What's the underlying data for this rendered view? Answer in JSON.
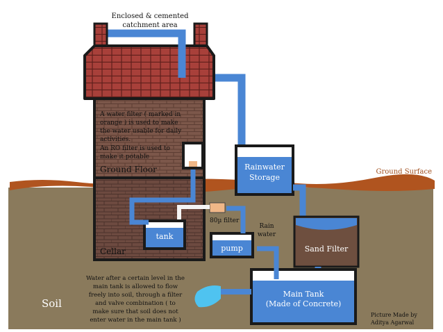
{
  "labels": {
    "catchment_line1": "Enclosed & cemented",
    "catchment_line2": "catchment area",
    "ground_surface": "Ground Surface",
    "filter_note_line1": "A water filter ( marked in",
    "filter_note_line2": "orange ) is used to make",
    "filter_note_line3": "the water usable for daily",
    "filter_note_line4": "activities.",
    "filter_note_line5": "An RO filter is used to",
    "filter_note_line6": "make it potable",
    "ground_floor": "Ground Floor",
    "cellar": "Cellar",
    "rainwater_storage_line1": "Rainwater",
    "rainwater_storage_line2": "Storage",
    "tank": "tank",
    "filter_80u": "80µ filter",
    "rain_water_line1": "Rain",
    "rain_water_line2": "water",
    "pump": "pump",
    "sand_filter": "Sand Filter",
    "main_tank_line1": "Main Tank",
    "main_tank_line2": "(Made of Concrete)",
    "overflow_line1": "Water after a certain level in the",
    "overflow_line2": "main tank is allowed to flow",
    "overflow_line3": "freely into soil, through a filter",
    "overflow_line4": "and valve combination ( to",
    "overflow_line5": "make sure that soil does not",
    "overflow_line6": "enter water in the main tank )",
    "soil": "Soil",
    "credit_line1": "Picture Made by",
    "credit_line2": "Aditya Agarwal"
  },
  "colors": {
    "soil": "#8a7a5c",
    "topsoil": "#b0541f",
    "water_blue": "#4a86d4",
    "roof": "#a33a35",
    "wall": "#7a5448",
    "sand": "#6e4f3f",
    "filter_orange": "#f0b787",
    "ground_surface_label": "#a04d1c"
  }
}
